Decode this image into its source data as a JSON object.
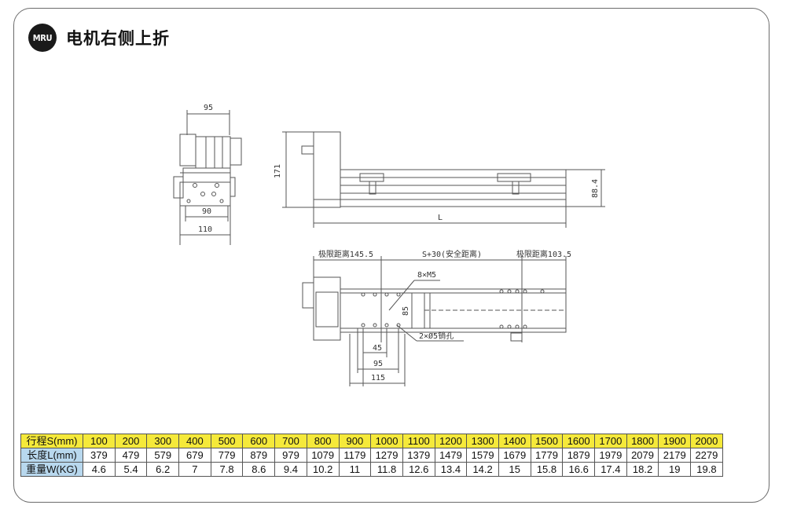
{
  "header": {
    "logo_text": "MRU",
    "title": "电机右侧上折"
  },
  "dims": {
    "side_width_top": "95",
    "side_width_mid": "90",
    "side_width_bottom": "110",
    "height_total": "171",
    "height_body": "88.4",
    "length": "L",
    "limit_left": "极限距离145.5",
    "travel": "S+30(安全距离)",
    "limit_right": "极限距离103.5",
    "thread": "8×M5",
    "width_top": "85",
    "pin": "2×Ø5销孔",
    "d45": "45",
    "d95": "95",
    "d115": "115"
  },
  "table": {
    "stroke_label": "行程S(mm)",
    "length_label": "长度L(mm)",
    "weight_label": "重量W(KG)",
    "stroke": [
      "100",
      "200",
      "300",
      "400",
      "500",
      "600",
      "700",
      "800",
      "900",
      "1000",
      "1100",
      "1200",
      "1300",
      "1400",
      "1500",
      "1600",
      "1700",
      "1800",
      "1900",
      "2000"
    ],
    "length": [
      "379",
      "479",
      "579",
      "679",
      "779",
      "879",
      "979",
      "1079",
      "1179",
      "1279",
      "1379",
      "1479",
      "1579",
      "1679",
      "1779",
      "1879",
      "1979",
      "2079",
      "2179",
      "2279"
    ],
    "weight": [
      "4.6",
      "5.4",
      "6.2",
      "7",
      "7.8",
      "8.6",
      "9.4",
      "10.2",
      "11",
      "11.8",
      "12.6",
      "13.4",
      "14.2",
      "15",
      "15.8",
      "16.6",
      "17.4",
      "18.2",
      "19",
      "19.8"
    ]
  }
}
